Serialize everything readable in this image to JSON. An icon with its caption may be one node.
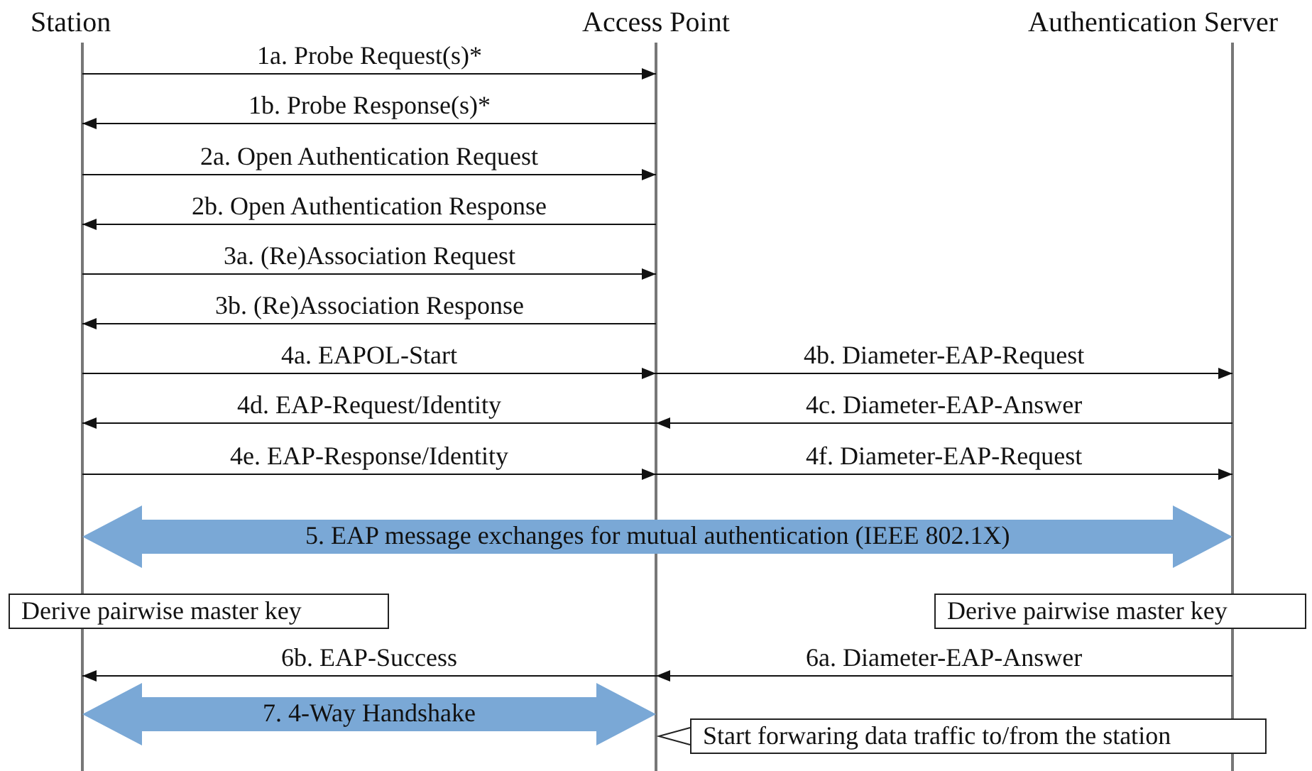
{
  "diagram": {
    "nodes": [
      {
        "text": [
          "Station"
        ]
      },
      {
        "text": [
          "Access Point"
        ]
      },
      {
        "text": [
          "Authentication Server"
        ]
      },
      {
        "text": [
          "Derive pairwise master key"
        ]
      },
      {
        "text": [
          "Derive pairwise master key"
        ]
      },
      {
        "text": [
          "Start forwaring data traffic to/from the station"
        ]
      }
    ],
    "edges": [
      {
        "from": 0,
        "to": 1,
        "arrow": "to",
        "label": "1a. Probe Request(s)*"
      },
      {
        "from": 1,
        "to": 0,
        "arrow": "to",
        "label": "1b. Probe Response(s)*"
      },
      {
        "from": 0,
        "to": 1,
        "arrow": "to",
        "label": "2a. Open Authentication Request"
      },
      {
        "from": 1,
        "to": 0,
        "arrow": "to",
        "label": "2b. Open Authentication Response"
      },
      {
        "from": 0,
        "to": 1,
        "arrow": "to",
        "label": "3a. (Re)Association Request"
      },
      {
        "from": 1,
        "to": 0,
        "arrow": "to",
        "label": "3b. (Re)Association Response"
      },
      {
        "from": 0,
        "to": 1,
        "arrow": "to",
        "label": "4a. EAPOL-Start"
      },
      {
        "from": 1,
        "to": 2,
        "arrow": "to",
        "label": "4b. Diameter-EAP-Request"
      },
      {
        "from": 1,
        "to": 0,
        "arrow": "to",
        "label": "4d. EAP-Request/Identity"
      },
      {
        "from": 2,
        "to": 1,
        "arrow": "to",
        "label": "4c. Diameter-EAP-Answer"
      },
      {
        "from": 0,
        "to": 1,
        "arrow": "to",
        "label": "4e. EAP-Response/Identity"
      },
      {
        "from": 1,
        "to": 2,
        "arrow": "to",
        "label": "4f. Diameter-EAP-Request"
      },
      {
        "from": 0,
        "to": 2,
        "arrow": "both",
        "label": "5. EAP message exchanges for mutual authentication (IEEE 802.1X)",
        "style": "thick",
        "color": "#7aa8d6"
      },
      {
        "from": 1,
        "to": 0,
        "arrow": "to",
        "label": "6b. EAP-Success"
      },
      {
        "from": 2,
        "to": 1,
        "arrow": "to",
        "label": "6a. Diameter-EAP-Answer"
      },
      {
        "from": 0,
        "to": 1,
        "arrow": "both",
        "label": "7. 4-Way Handshake",
        "style": "thick",
        "color": "#7aa8d6"
      },
      {
        "from": 5,
        "to": 1,
        "arrow": "none"
      }
    ]
  }
}
